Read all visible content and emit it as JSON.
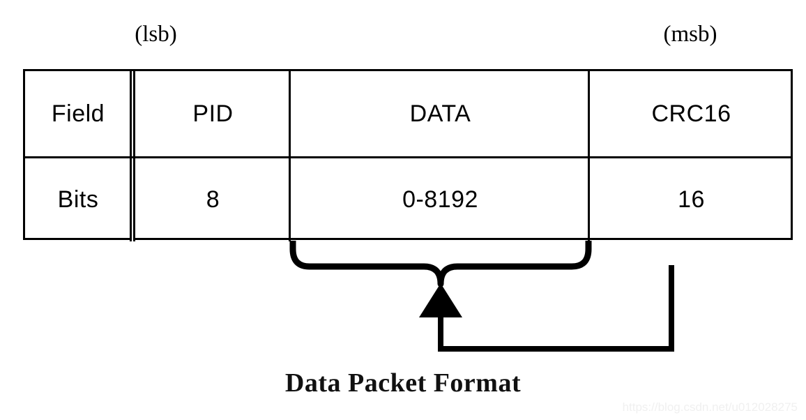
{
  "diagram": {
    "caption": "Data Packet Format",
    "endian": {
      "lsb": "(lsb)",
      "msb": "(msb)"
    },
    "table": {
      "rows": [
        {
          "label": "Field",
          "cells": [
            "PID",
            "DATA",
            "CRC16"
          ]
        },
        {
          "label": "Bits",
          "cells": [
            "8",
            "0-8192",
            "16"
          ]
        }
      ]
    },
    "annotation": {
      "brace_target": "DATA",
      "pointer_source": "CRC16",
      "description": "Curly brace under DATA field converging to an upward arrow fed by a line from under CRC16"
    },
    "watermark": "https://blog.csdn.net/u012028275",
    "colors": {
      "ink": "#000000",
      "background": "#ffffff",
      "watermark": "#f0f0f0"
    }
  }
}
